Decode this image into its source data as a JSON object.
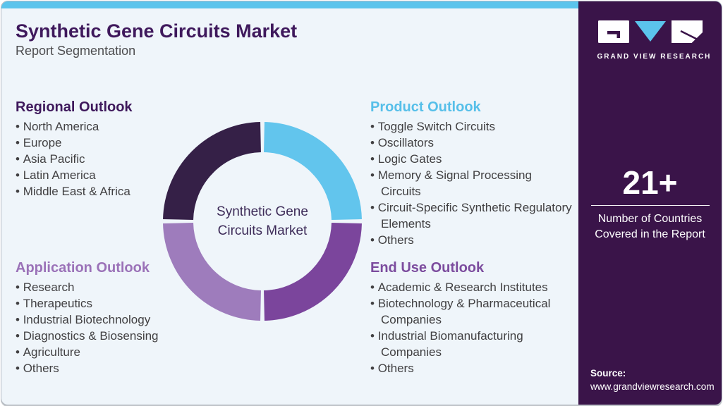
{
  "header": {
    "title": "Synthetic Gene Circuits Market",
    "subtitle": "Report Segmentation"
  },
  "sections": {
    "regional": {
      "heading": "Regional Outlook",
      "heading_color": "#3F195C",
      "items": [
        "North America",
        "Europe",
        "Asia Pacific",
        "Latin America",
        "Middle East & Africa"
      ]
    },
    "product": {
      "heading": "Product Outlook",
      "heading_color": "#56BFE9",
      "items": [
        "Toggle Switch Circuits",
        "Oscillators",
        "Logic Gates",
        "Memory & Signal Processing Circuits",
        "Circuit-Specific Synthetic Regulatory Elements",
        "Others"
      ]
    },
    "application": {
      "heading": "Application Outlook",
      "heading_color": "#9B72B8",
      "items": [
        "Research",
        "Therapeutics",
        "Industrial Biotechnology",
        "Diagnostics & Biosensing",
        "Agriculture",
        "Others"
      ]
    },
    "end_use": {
      "heading": "End Use Outlook",
      "heading_color": "#7C4C9E",
      "items": [
        "Academic & Research Institutes",
        "Biotechnology & Pharmaceutical Companies",
        "Industrial Biomanufacturing Companies",
        "Others"
      ]
    }
  },
  "sidebar": {
    "logo_text": "GRAND VIEW RESEARCH",
    "stat_value": "21+",
    "stat_label": "Number of Countries Covered in the Report",
    "source_label": "Source:",
    "source_url": "www.grandviewresearch.com"
  },
  "colors": {
    "top_bar": "#5BC4EC",
    "panel_background": "#3A1449",
    "card_background": "#EFF5FA",
    "title_purple": "#3F195C",
    "body_text": "#414042"
  },
  "chart_data": {
    "type": "pie",
    "donut": true,
    "title": "Synthetic Gene Circuits Market",
    "center_label_lines": [
      "Synthetic Gene",
      "Circuits Market"
    ],
    "start_angle_deg": 0,
    "direction": "clockwise",
    "gap_degrees": 2.4,
    "legend_position": "none",
    "segments": [
      {
        "name": "Product Outlook",
        "value": 25,
        "color": "#62C5ED"
      },
      {
        "name": "End Use Outlook",
        "value": 25,
        "color": "#7B459C"
      },
      {
        "name": "Application Outlook",
        "value": 25,
        "color": "#9E7CBC"
      },
      {
        "name": "Regional Outlook",
        "value": 25,
        "color": "#352047"
      }
    ]
  }
}
